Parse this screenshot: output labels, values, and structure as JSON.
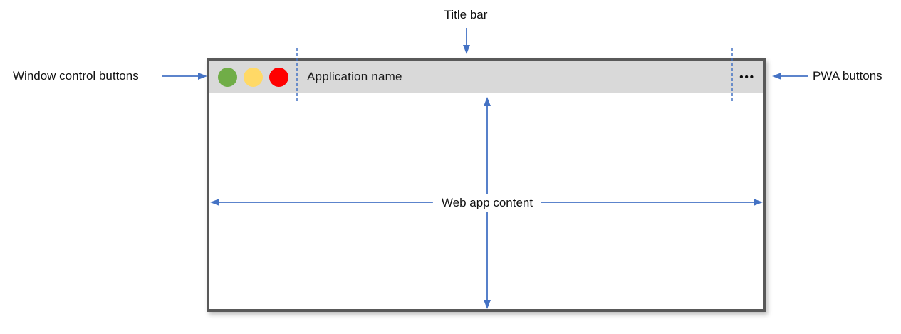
{
  "diagram": {
    "description": "Anatomy of a PWA application window"
  },
  "window": {
    "titlebar": {
      "app_name": "Application name",
      "pwa_buttons_icon": "•••"
    }
  },
  "annotations": {
    "title_bar": "Title bar",
    "window_control_buttons": "Window control buttons",
    "pwa_buttons": "PWA buttons",
    "web_app_content": "Web app content"
  },
  "icons": {
    "window_controls": [
      "green-circle",
      "yellow-circle",
      "red-circle"
    ],
    "pwa_buttons": "ellipsis"
  },
  "colors": {
    "arrow_blue": "#4472C4",
    "window_border": "#595959",
    "titlebar_bg": "#D9D9D9",
    "content_bg": "#FFFFFF",
    "control_green": "#70AD47",
    "control_yellow": "#FFD966",
    "control_red": "#FF0000"
  }
}
